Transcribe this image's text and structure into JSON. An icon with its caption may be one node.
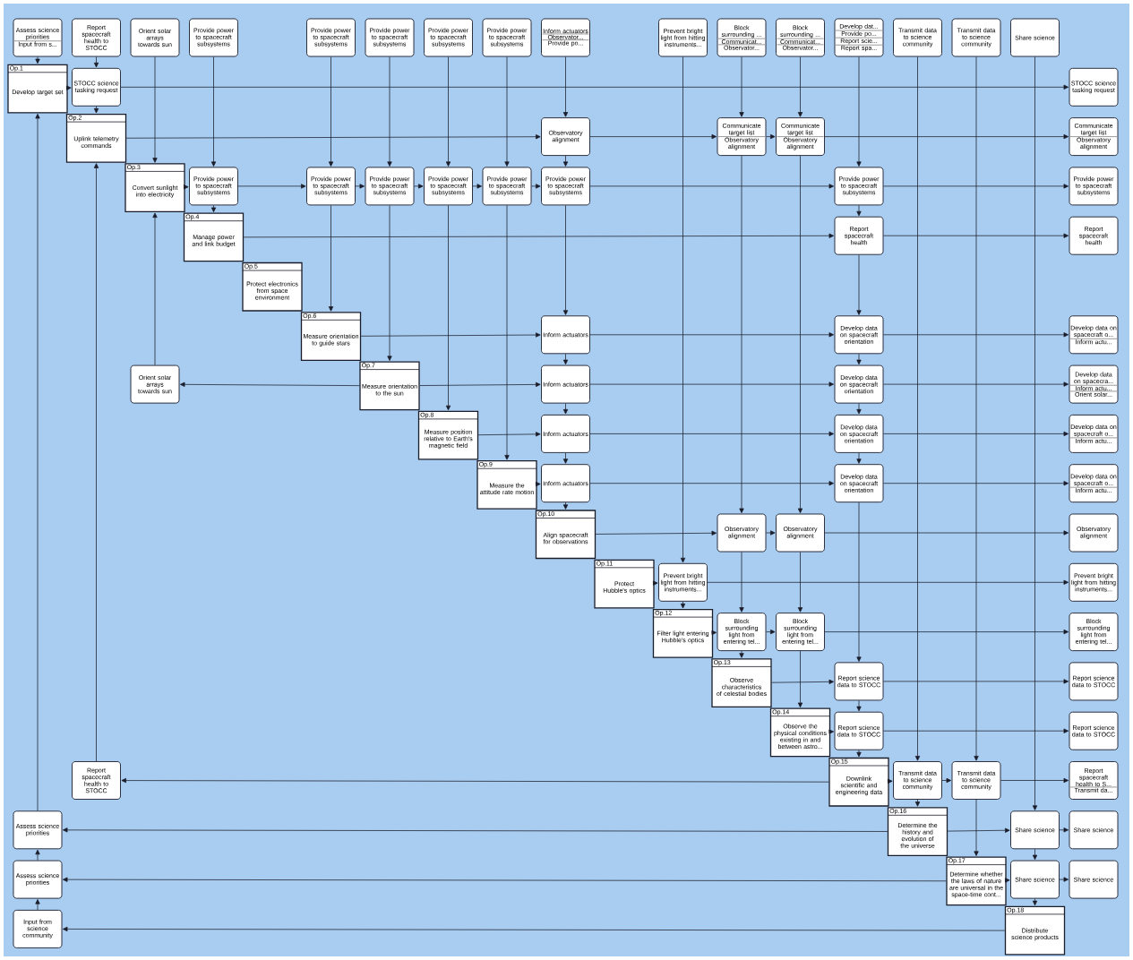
{
  "diagram": {
    "nodes": [
      {
        "text": [
          "Assess science priorities",
          "Input from s..."
        ]
      },
      {
        "text": [
          "Report spacecraft health to STOCC"
        ]
      },
      {
        "text": [
          "Orient solar arrays towards sun"
        ]
      },
      {
        "text": [
          "Provide power to spacecraft subsystems"
        ]
      },
      {
        "text": [
          "Provide power to spacecraft subsystems"
        ]
      },
      {
        "text": [
          "Provide power to spacecraft subsystems"
        ]
      },
      {
        "text": [
          "Provide power to spacecraft subsystems"
        ]
      },
      {
        "text": [
          "Provide power to spacecraft subsystems"
        ]
      },
      {
        "text": [
          "Inform actuators",
          "Observator...",
          "Provide po..."
        ]
      },
      {
        "text": [
          "Prevent bright light from hitting instruments..."
        ]
      },
      {
        "text": [
          "Block surrounding ...",
          "Communicat...",
          "Observator..."
        ]
      },
      {
        "text": [
          "Block surrounding ...",
          "Communicat...",
          "Observator..."
        ]
      },
      {
        "text": [
          "Develop dat...",
          "Provide po...",
          "Report scie...",
          "Report spa..."
        ]
      },
      {
        "text": [
          "Transmit data to science community"
        ]
      },
      {
        "text": [
          "Transmit data to science community"
        ]
      },
      {
        "text": [
          "Share science"
        ]
      },
      {
        "text": [
          "Op.1",
          "Develop target set"
        ]
      },
      {
        "text": [
          "STOCC science tasking request"
        ]
      },
      {
        "text": [
          "STOCC science tasking request"
        ]
      },
      {
        "text": [
          "Op.2",
          "Uplink telemetry commands"
        ]
      },
      {
        "text": [
          "Observatory alignment"
        ]
      },
      {
        "text": [
          "Communicate target list",
          "Observatory alignment"
        ]
      },
      {
        "text": [
          "Communicate target list",
          "Observatory alignment"
        ]
      },
      {
        "text": [
          "Communicate target list",
          "Observatory alignment"
        ]
      },
      {
        "text": [
          "Op.3",
          "Convert sunlight into electricity"
        ]
      },
      {
        "text": [
          "Provide power to spacecraft subsystems"
        ]
      },
      {
        "text": [
          "Provide power to spacecraft subsystems"
        ]
      },
      {
        "text": [
          "Provide power to spacecraft subsystems"
        ]
      },
      {
        "text": [
          "Provide power to spacecraft subsystems"
        ]
      },
      {
        "text": [
          "Provide power to spacecraft subsystems"
        ]
      },
      {
        "text": [
          "Provide power to spacecraft subsystems"
        ]
      },
      {
        "text": [
          "Provide power to spacecraft subsystems"
        ]
      },
      {
        "text": [
          "Provide power to spacecraft subsystems"
        ]
      },
      {
        "text": [
          "Op.4",
          "Manage power and link budget"
        ]
      },
      {
        "text": [
          "Report spacecraft health"
        ]
      },
      {
        "text": [
          "Report spacecraft health"
        ]
      },
      {
        "text": [
          "Op.5",
          "Protect electronics from space environment"
        ]
      },
      {
        "text": [
          "Op.6",
          "Measure orientation to guide stars"
        ]
      },
      {
        "text": [
          "Inform actuators"
        ]
      },
      {
        "text": [
          "Develop data on spacecraft orientation"
        ]
      },
      {
        "text": [
          "Develop data on spacecraft o...",
          "Inform actu..."
        ]
      },
      {
        "text": [
          "Orient solar arrays towards sun"
        ]
      },
      {
        "text": [
          "Op.7",
          "Measure orientation to the sun"
        ]
      },
      {
        "text": [
          "Inform actuators"
        ]
      },
      {
        "text": [
          "Develop data on spacecraft orientation"
        ]
      },
      {
        "text": [
          "Develop data on spacecra...",
          "Inform actu...",
          "Orient solar..."
        ]
      },
      {
        "text": [
          "Op.8",
          "Measure position relative to Earth's magnetic field"
        ]
      },
      {
        "text": [
          "Inform actuators"
        ]
      },
      {
        "text": [
          "Develop data on spacecraft orientation"
        ]
      },
      {
        "text": [
          "Develop data on spacecraft o...",
          "Inform actu..."
        ]
      },
      {
        "text": [
          "Op.9",
          "Measure the attitude rate motion"
        ]
      },
      {
        "text": [
          "Inform actuators"
        ]
      },
      {
        "text": [
          "Develop data on spacecraft orientation"
        ]
      },
      {
        "text": [
          "Develop data on spacecraft o...",
          "Inform actu..."
        ]
      },
      {
        "text": [
          "Op.10",
          "Align spacecraft for observations"
        ]
      },
      {
        "text": [
          "Observatory alignment"
        ]
      },
      {
        "text": [
          "Observatory alignment"
        ]
      },
      {
        "text": [
          "Observatory alignment"
        ]
      },
      {
        "text": [
          "Op.11",
          "Protect Hubble's optics"
        ]
      },
      {
        "text": [
          "Prevent bright light from hitting instruments..."
        ]
      },
      {
        "text": [
          "Prevent bright light from hitting instruments..."
        ]
      },
      {
        "text": [
          "Op.12",
          "Filter light entering Hubble's optics"
        ]
      },
      {
        "text": [
          "Block surrounding light from entering tel..."
        ]
      },
      {
        "text": [
          "Block surrounding light from entering tel..."
        ]
      },
      {
        "text": [
          "Block surrounding light from entering tel..."
        ]
      },
      {
        "text": [
          "Op.13",
          "Observe characteristics of celestial bodies"
        ]
      },
      {
        "text": [
          "Report science data to STOCC"
        ]
      },
      {
        "text": [
          "Report science data to STOCC"
        ]
      },
      {
        "text": [
          "Op.14",
          "Observe the physical conditions existing in and between astro..."
        ]
      },
      {
        "text": [
          "Report science data to STOCC"
        ]
      },
      {
        "text": [
          "Report science data to STOCC"
        ]
      },
      {
        "text": [
          "Report spacecraft health to STOCC"
        ]
      },
      {
        "text": [
          "Op.15",
          "Downlink scientific and engineering data"
        ]
      },
      {
        "text": [
          "Transmit data to science community"
        ]
      },
      {
        "text": [
          "Transmit data to science community"
        ]
      },
      {
        "text": [
          "Report spacecraft health to S...",
          "Transmit da..."
        ]
      },
      {
        "text": [
          "Assess science priorities"
        ]
      },
      {
        "text": [
          "Op.16",
          "Determine the history and evolution of the universe"
        ]
      },
      {
        "text": [
          "Share science"
        ]
      },
      {
        "text": [
          "Share science"
        ]
      },
      {
        "text": [
          "Assess science priorities"
        ]
      },
      {
        "text": [
          "Op.17",
          "Determine whether the laws of nature are universal in the space-time cont..."
        ]
      },
      {
        "text": [
          "Share science"
        ]
      },
      {
        "text": [
          "Share science"
        ]
      },
      {
        "text": [
          "Input from science community"
        ]
      },
      {
        "text": [
          "Op.18",
          "Distribute science products"
        ]
      }
    ],
    "edges": [
      {
        "from": 0,
        "to": 16,
        "arrow": "to"
      },
      {
        "from": 84,
        "to": 80,
        "arrow": "to"
      },
      {
        "from": 80,
        "to": 76,
        "arrow": "to"
      },
      {
        "from": 76,
        "to": 16,
        "arrow": "to"
      },
      {
        "from": 1,
        "to": 17,
        "arrow": "to"
      },
      {
        "from": 17,
        "to": 19,
        "arrow": "to"
      },
      {
        "from": 71,
        "to": 19,
        "arrow": "to"
      },
      {
        "from": 2,
        "to": 24,
        "arrow": "to"
      },
      {
        "from": 41,
        "to": 24,
        "arrow": "to"
      },
      {
        "from": 3,
        "to": 25,
        "arrow": "to"
      },
      {
        "from": 25,
        "to": 33,
        "arrow": "to"
      },
      {
        "from": 4,
        "to": 26,
        "arrow": "to"
      },
      {
        "from": 26,
        "to": 37,
        "arrow": "to"
      },
      {
        "from": 5,
        "to": 27,
        "arrow": "to"
      },
      {
        "from": 27,
        "to": 42,
        "arrow": "to"
      },
      {
        "from": 6,
        "to": 28,
        "arrow": "to"
      },
      {
        "from": 28,
        "to": 46,
        "arrow": "to"
      },
      {
        "from": 7,
        "to": 29,
        "arrow": "to"
      },
      {
        "from": 29,
        "to": 50,
        "arrow": "to"
      },
      {
        "from": 8,
        "to": 20,
        "arrow": "to"
      },
      {
        "from": 20,
        "to": 30,
        "arrow": "to"
      },
      {
        "from": 30,
        "to": 38,
        "arrow": "to"
      },
      {
        "from": 38,
        "to": 43,
        "arrow": "to"
      },
      {
        "from": 43,
        "to": 47,
        "arrow": "to"
      },
      {
        "from": 47,
        "to": 51,
        "arrow": "to"
      },
      {
        "from": 51,
        "to": 54,
        "arrow": "to"
      },
      {
        "from": 9,
        "to": 59,
        "arrow": "to"
      },
      {
        "from": 59,
        "to": 61,
        "arrow": "to"
      },
      {
        "from": 10,
        "to": 21,
        "arrow": "to"
      },
      {
        "from": 21,
        "to": 55,
        "arrow": "to"
      },
      {
        "from": 55,
        "to": 62,
        "arrow": "to"
      },
      {
        "from": 62,
        "to": 65,
        "arrow": "to"
      },
      {
        "from": 11,
        "to": 22,
        "arrow": "to"
      },
      {
        "from": 22,
        "to": 56,
        "arrow": "to"
      },
      {
        "from": 56,
        "to": 63,
        "arrow": "to"
      },
      {
        "from": 63,
        "to": 68,
        "arrow": "to"
      },
      {
        "from": 12,
        "to": 31,
        "arrow": "to"
      },
      {
        "from": 31,
        "to": 34,
        "arrow": "to"
      },
      {
        "from": 34,
        "to": 39,
        "arrow": "to"
      },
      {
        "from": 39,
        "to": 44,
        "arrow": "to"
      },
      {
        "from": 44,
        "to": 48,
        "arrow": "to"
      },
      {
        "from": 48,
        "to": 52,
        "arrow": "to"
      },
      {
        "from": 52,
        "to": 66,
        "arrow": "to"
      },
      {
        "from": 66,
        "to": 69,
        "arrow": "to"
      },
      {
        "from": 69,
        "to": 72,
        "arrow": "to"
      },
      {
        "from": 13,
        "to": 73,
        "arrow": "to"
      },
      {
        "from": 73,
        "to": 77,
        "arrow": "to"
      },
      {
        "from": 14,
        "to": 74,
        "arrow": "to"
      },
      {
        "from": 74,
        "to": 81,
        "arrow": "to"
      },
      {
        "from": 15,
        "to": 78,
        "arrow": "to"
      },
      {
        "from": 78,
        "to": 82,
        "arrow": "to"
      },
      {
        "from": 82,
        "to": 85,
        "arrow": "to"
      },
      {
        "from": 16,
        "to": 17,
        "arrow": "to"
      },
      {
        "from": 17,
        "to": 18,
        "arrow": "to"
      },
      {
        "from": 19,
        "to": 20,
        "arrow": "to"
      },
      {
        "from": 20,
        "to": 21,
        "arrow": "to"
      },
      {
        "from": 21,
        "to": 22,
        "arrow": "to"
      },
      {
        "from": 22,
        "to": 23,
        "arrow": "to"
      },
      {
        "from": 24,
        "to": 25,
        "arrow": "to"
      },
      {
        "from": 25,
        "to": 26,
        "arrow": "to"
      },
      {
        "from": 26,
        "to": 27,
        "arrow": "to"
      },
      {
        "from": 27,
        "to": 28,
        "arrow": "to"
      },
      {
        "from": 28,
        "to": 29,
        "arrow": "to"
      },
      {
        "from": 29,
        "to": 30,
        "arrow": "to"
      },
      {
        "from": 30,
        "to": 31,
        "arrow": "to"
      },
      {
        "from": 31,
        "to": 32,
        "arrow": "to"
      },
      {
        "from": 33,
        "to": 34,
        "arrow": "to"
      },
      {
        "from": 34,
        "to": 35,
        "arrow": "to"
      },
      {
        "from": 37,
        "to": 38,
        "arrow": "to"
      },
      {
        "from": 38,
        "to": 39,
        "arrow": "to"
      },
      {
        "from": 39,
        "to": 40,
        "arrow": "to"
      },
      {
        "from": 42,
        "to": 41,
        "arrow": "to"
      },
      {
        "from": 42,
        "to": 43,
        "arrow": "to"
      },
      {
        "from": 43,
        "to": 44,
        "arrow": "to"
      },
      {
        "from": 44,
        "to": 45,
        "arrow": "to"
      },
      {
        "from": 46,
        "to": 47,
        "arrow": "to"
      },
      {
        "from": 47,
        "to": 48,
        "arrow": "to"
      },
      {
        "from": 48,
        "to": 49,
        "arrow": "to"
      },
      {
        "from": 50,
        "to": 51,
        "arrow": "to"
      },
      {
        "from": 51,
        "to": 52,
        "arrow": "to"
      },
      {
        "from": 52,
        "to": 53,
        "arrow": "to"
      },
      {
        "from": 54,
        "to": 55,
        "arrow": "to"
      },
      {
        "from": 55,
        "to": 56,
        "arrow": "to"
      },
      {
        "from": 56,
        "to": 57,
        "arrow": "to"
      },
      {
        "from": 58,
        "to": 59,
        "arrow": "to"
      },
      {
        "from": 59,
        "to": 60,
        "arrow": "to"
      },
      {
        "from": 61,
        "to": 62,
        "arrow": "to"
      },
      {
        "from": 62,
        "to": 63,
        "arrow": "to"
      },
      {
        "from": 63,
        "to": 64,
        "arrow": "to"
      },
      {
        "from": 65,
        "to": 66,
        "arrow": "to"
      },
      {
        "from": 66,
        "to": 67,
        "arrow": "to"
      },
      {
        "from": 68,
        "to": 69,
        "arrow": "to"
      },
      {
        "from": 69,
        "to": 70,
        "arrow": "to"
      },
      {
        "from": 72,
        "to": 71,
        "arrow": "to"
      },
      {
        "from": 72,
        "to": 73,
        "arrow": "to"
      },
      {
        "from": 73,
        "to": 74,
        "arrow": "to"
      },
      {
        "from": 74,
        "to": 75,
        "arrow": "to"
      },
      {
        "from": 77,
        "to": 76,
        "arrow": "to"
      },
      {
        "from": 77,
        "to": 78,
        "arrow": "to"
      },
      {
        "from": 78,
        "to": 79,
        "arrow": "to"
      },
      {
        "from": 81,
        "to": 80,
        "arrow": "to"
      },
      {
        "from": 81,
        "to": 82,
        "arrow": "to"
      },
      {
        "from": 82,
        "to": 83,
        "arrow": "to"
      },
      {
        "from": 85,
        "to": 84,
        "arrow": "to"
      }
    ]
  }
}
